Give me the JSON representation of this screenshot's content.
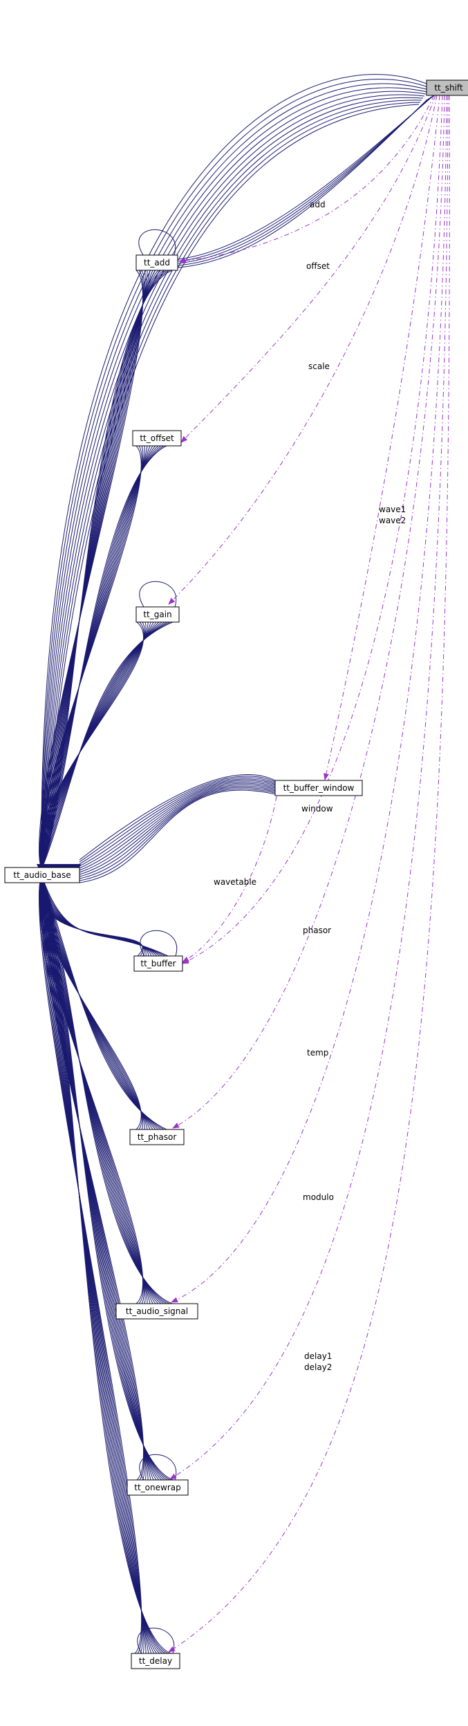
{
  "nodes": [
    {
      "id": "tt_shift",
      "label": "tt_shift",
      "highlight": true
    },
    {
      "id": "tt_add",
      "label": "tt_add"
    },
    {
      "id": "tt_offset",
      "label": "tt_offset"
    },
    {
      "id": "tt_gain",
      "label": "tt_gain"
    },
    {
      "id": "tt_buffer_window",
      "label": "tt_buffer_window"
    },
    {
      "id": "tt_audio_base",
      "label": "tt_audio_base"
    },
    {
      "id": "tt_buffer",
      "label": "tt_buffer"
    },
    {
      "id": "tt_phasor",
      "label": "tt_phasor"
    },
    {
      "id": "tt_audio_signal",
      "label": "tt_audio_signal"
    },
    {
      "id": "tt_onewrap",
      "label": "tt_onewrap"
    },
    {
      "id": "tt_delay",
      "label": "tt_delay"
    }
  ],
  "edge_labels": {
    "add": "add",
    "offset": "offset",
    "scale": "scale",
    "wave1": "wave1",
    "wave2": "wave2",
    "window": "window",
    "wavetable": "wavetable",
    "phasor": "phasor",
    "temp": "temp",
    "modulo": "modulo",
    "delay1": "delay1",
    "delay2": "delay2"
  },
  "colors": {
    "inheritance": "#191970",
    "usage": "#9a32cd",
    "highlight_fill": "#bfbfbf",
    "node_fill": "#ffffff"
  }
}
